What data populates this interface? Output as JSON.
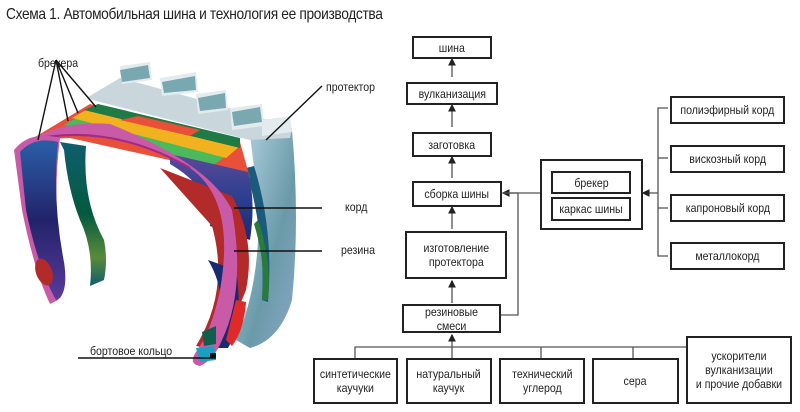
{
  "title": "Схема 1. Автомобильная шина и технология ее производства",
  "tire_labels": {
    "breakers": "брекера",
    "tread": "протектор",
    "cord": "корд",
    "rubber": "резина",
    "bead_ring": "бортовое кольцо"
  },
  "flow": {
    "tire": "шина",
    "vulcanization": "вулканизация",
    "blank": "заготовка",
    "assembly": "сборка шины",
    "tread_making": "изготовление\nпротектора",
    "rubber_mixes": "резиновые смеси",
    "breaker": "брекер",
    "carcass": "каркас шины"
  },
  "cords": [
    "полиэфирный корд",
    "вискозный корд",
    "капроновый корд",
    "металлокорд"
  ],
  "ingredients": [
    "синтетические\nкаучуки",
    "натуральный\nкаучук",
    "технический\nуглерод",
    "сера",
    "ускорители\nвулканизации\nи прочие добавки"
  ],
  "colors": {
    "tread": "#c9d6dc",
    "tread_block": "#7aa8b0",
    "breaker_green": "#1f7a45",
    "breaker_yellow": "#f2b21f",
    "breaker_light_green": "#4cb95a",
    "rubber_red": "#e8503a",
    "cord_blue": "#2d3f8f",
    "liner_pink": "#c85aa8",
    "dark_red": "#b32a2a"
  }
}
